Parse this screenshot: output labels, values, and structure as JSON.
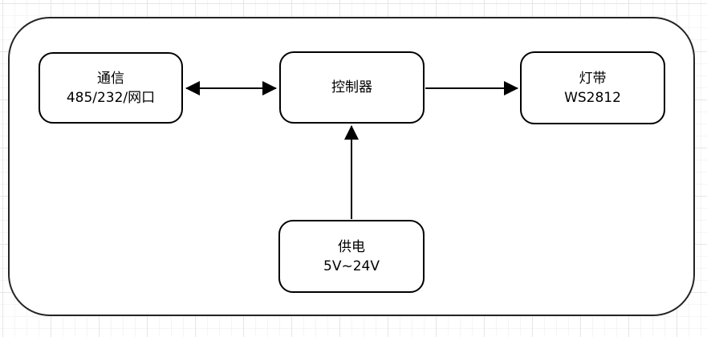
{
  "diagram": {
    "nodes": {
      "comm": {
        "line1": "通信",
        "line2": "485/232/网口"
      },
      "controller": {
        "line1": "控制器"
      },
      "led": {
        "line1": "灯带",
        "line2": "WS2812"
      },
      "power": {
        "line1": "供电",
        "line2": "5V~24V"
      }
    },
    "edges": [
      {
        "from": "comm",
        "to": "controller",
        "direction": "bidirectional"
      },
      {
        "from": "controller",
        "to": "led",
        "direction": "forward"
      },
      {
        "from": "power",
        "to": "controller",
        "direction": "forward"
      }
    ],
    "colors": {
      "stroke": "#000000",
      "frame_stroke": "#242424",
      "node_fill": "#ffffff",
      "canvas_background": "#ffffff",
      "grid_minor": "#f5f5f5",
      "grid_major": "#e6e6e6"
    }
  }
}
